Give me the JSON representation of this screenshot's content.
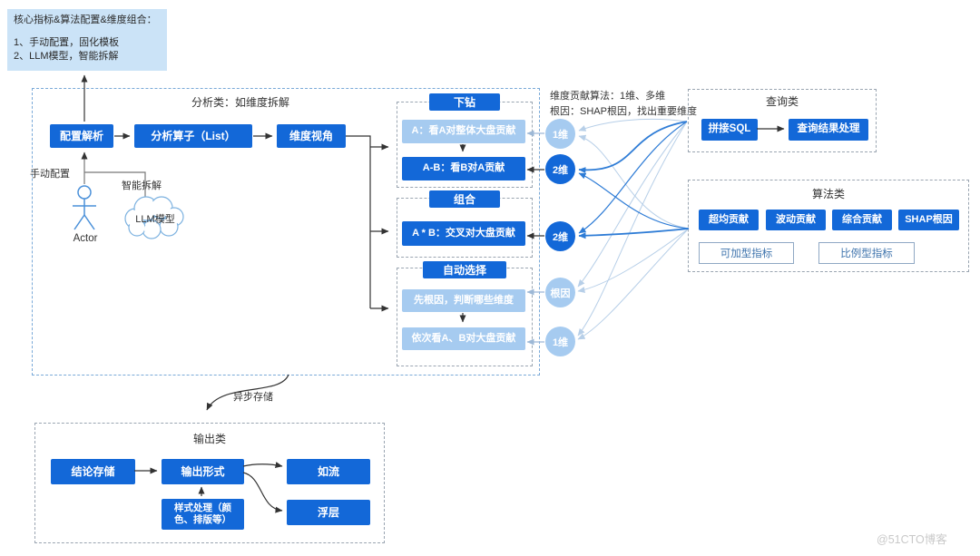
{
  "note": {
    "title": "核心指标&算法配置&维度组合：",
    "item1": "1、手动配置，固化模板",
    "item2": "2、LLM模型，智能拆解"
  },
  "analysis": {
    "title": "分析类：如维度拆解",
    "step_parse": "配置解析",
    "step_operators": "分析算子（List）",
    "step_view": "维度视角",
    "manual_label": "手动配置",
    "smart_label": "智能拆解",
    "actor_label": "Actor",
    "llm_label": "LLM模型"
  },
  "drill": {
    "title": "下钻",
    "step1": "A：看A对整体大盘贡献",
    "step2": "A-B：看B对A贡献"
  },
  "combine": {
    "title": "组合",
    "step1": "A * B：交叉对大盘贡献"
  },
  "auto": {
    "title": "自动选择",
    "step1": "先根因，判断哪些维度",
    "step2": "依次看A、B对大盘贡献"
  },
  "circles": {
    "c1": "1维",
    "c2": "2维",
    "c3": "2维",
    "c4": "根因",
    "c5": "1维"
  },
  "algo_note": {
    "line1": "维度贡献算法：1维、多维",
    "line2": "根因：SHAP根因，找出重要维度"
  },
  "query": {
    "title": "查询类",
    "step1": "拼接SQL",
    "step2": "查询结果处理"
  },
  "algorithms": {
    "title": "算法类",
    "a1": "超均贡献",
    "a2": "波动贡献",
    "a3": "综合贡献",
    "a4": "SHAP根因",
    "m1": "可加型指标",
    "m2": "比例型指标"
  },
  "output": {
    "title": "输出类",
    "async_label": "异步存储",
    "store": "结论存储",
    "format": "输出形式",
    "flow": "如流",
    "style": "样式处理（颜色、排版等）",
    "overlay": "浮层"
  },
  "watermark": "@51CTO博客",
  "colors": {
    "dark_blue": "#1368d8",
    "light_blue": "#a6cbf0",
    "note_bg": "#cbe3f7",
    "line_dark": "#2e7cd6",
    "line_light": "#b7cfe8"
  }
}
